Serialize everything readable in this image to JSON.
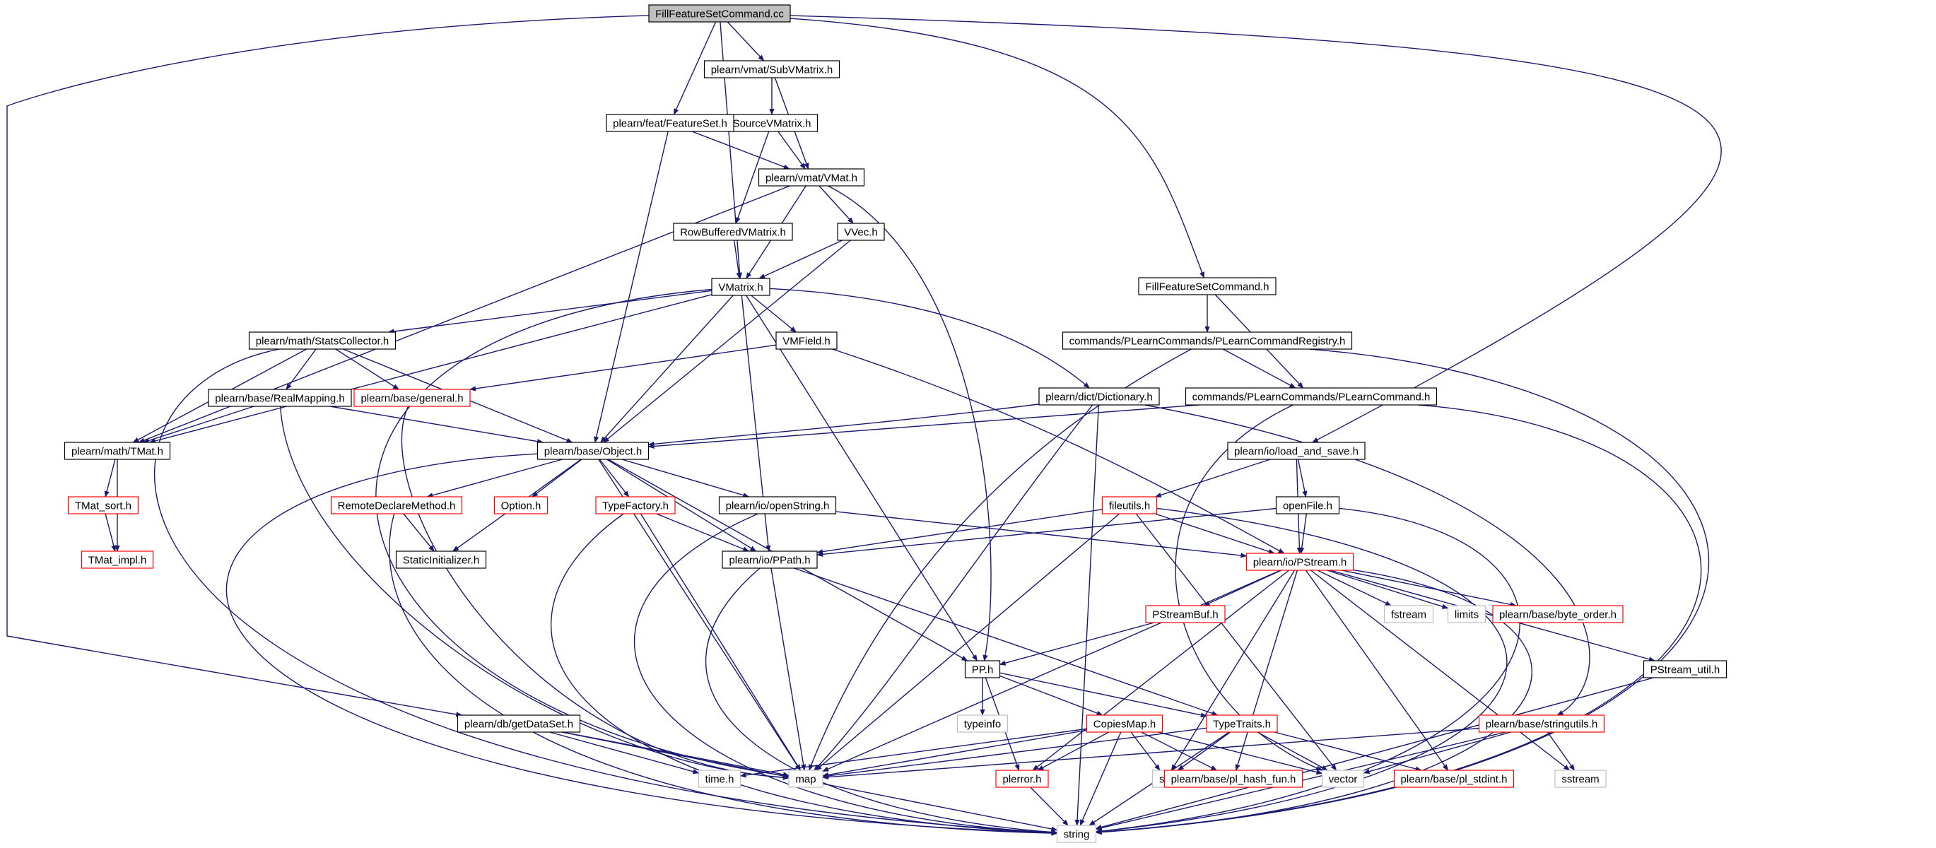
{
  "graph": {
    "title": "",
    "colors": {
      "edge": "#191970",
      "box_black": "#000000",
      "box_red": "#ff0000",
      "box_gray": "#bfbfbf",
      "root_fill": "#bfbfbf",
      "text": "#000000"
    },
    "nodes": [
      {
        "id": "root",
        "label": "FillFeatureSetCommand.cc",
        "style": "root"
      },
      {
        "id": "subvmatrix",
        "label": "plearn/vmat/SubVMatrix.h",
        "style": "black"
      },
      {
        "id": "sourcevmatrix",
        "label": "SourceVMatrix.h",
        "style": "black"
      },
      {
        "id": "featureset",
        "label": "plearn/feat/FeatureSet.h",
        "style": "black"
      },
      {
        "id": "vmat",
        "label": "plearn/vmat/VMat.h",
        "style": "black"
      },
      {
        "id": "rowbuffered",
        "label": "RowBufferedVMatrix.h",
        "style": "black"
      },
      {
        "id": "vvec",
        "label": "VVec.h",
        "style": "black"
      },
      {
        "id": "vmatrix",
        "label": "VMatrix.h",
        "style": "black"
      },
      {
        "id": "fillfsh",
        "label": "FillFeatureSetCommand.h",
        "style": "black"
      },
      {
        "id": "registry",
        "label": "commands/PLearnCommands/PLearnCommandRegistry.h",
        "style": "black"
      },
      {
        "id": "statscollector",
        "label": "plearn/math/StatsCollector.h",
        "style": "black"
      },
      {
        "id": "vmfield",
        "label": "VMField.h",
        "style": "black"
      },
      {
        "id": "realmapping",
        "label": "plearn/base/RealMapping.h",
        "style": "black"
      },
      {
        "id": "general",
        "label": "plearn/base/general.h",
        "style": "red"
      },
      {
        "id": "dictionary",
        "label": "plearn/dict/Dictionary.h",
        "style": "black"
      },
      {
        "id": "plearncommand",
        "label": "commands/PLearnCommands/PLearnCommand.h",
        "style": "black"
      },
      {
        "id": "tmat",
        "label": "plearn/math/TMat.h",
        "style": "black"
      },
      {
        "id": "object",
        "label": "plearn/base/Object.h",
        "style": "black"
      },
      {
        "id": "loadsave",
        "label": "plearn/io/load_and_save.h",
        "style": "black"
      },
      {
        "id": "tmatsort",
        "label": "TMat_sort.h",
        "style": "red"
      },
      {
        "id": "remotedeclare",
        "label": "RemoteDeclareMethod.h",
        "style": "red"
      },
      {
        "id": "option",
        "label": "Option.h",
        "style": "red"
      },
      {
        "id": "typefactory",
        "label": "TypeFactory.h",
        "style": "red"
      },
      {
        "id": "openstring",
        "label": "plearn/io/openString.h",
        "style": "black"
      },
      {
        "id": "fileutils",
        "label": "fileutils.h",
        "style": "red"
      },
      {
        "id": "openfile",
        "label": "openFile.h",
        "style": "black"
      },
      {
        "id": "tmatimpl",
        "label": "TMat_impl.h",
        "style": "red"
      },
      {
        "id": "staticinit",
        "label": "StaticInitializer.h",
        "style": "black"
      },
      {
        "id": "ppath",
        "label": "plearn/io/PPath.h",
        "style": "black"
      },
      {
        "id": "pstream",
        "label": "plearn/io/PStream.h",
        "style": "red"
      },
      {
        "id": "pstreambuf",
        "label": "PStreamBuf.h",
        "style": "red"
      },
      {
        "id": "fstream",
        "label": "fstream",
        "style": "gray"
      },
      {
        "id": "limits",
        "label": "limits",
        "style": "gray"
      },
      {
        "id": "byteorder",
        "label": "plearn/base/byte_order.h",
        "style": "red"
      },
      {
        "id": "pp",
        "label": "PP.h",
        "style": "black"
      },
      {
        "id": "pstreamutil",
        "label": "PStream_util.h",
        "style": "black"
      },
      {
        "id": "typeinfo",
        "label": "typeinfo",
        "style": "gray"
      },
      {
        "id": "getdataset",
        "label": "plearn/db/getDataSet.h",
        "style": "black"
      },
      {
        "id": "copiesmap",
        "label": "CopiesMap.h",
        "style": "red"
      },
      {
        "id": "typetraits",
        "label": "TypeTraits.h",
        "style": "red"
      },
      {
        "id": "stringutils",
        "label": "plearn/base/stringutils.h",
        "style": "red"
      },
      {
        "id": "timeh",
        "label": "time.h",
        "style": "gray"
      },
      {
        "id": "map",
        "label": "map",
        "style": "gray"
      },
      {
        "id": "plerror",
        "label": "plerror.h",
        "style": "red"
      },
      {
        "id": "set",
        "label": "set",
        "style": "gray"
      },
      {
        "id": "hashfun",
        "label": "plearn/base/pl_hash_fun.h",
        "style": "red"
      },
      {
        "id": "vector",
        "label": "vector",
        "style": "gray"
      },
      {
        "id": "stdint",
        "label": "plearn/base/pl_stdint.h",
        "style": "red"
      },
      {
        "id": "sstream",
        "label": "sstream",
        "style": "gray"
      },
      {
        "id": "string",
        "label": "string",
        "style": "gray"
      }
    ],
    "edges": [
      [
        "root",
        "subvmatrix"
      ],
      [
        "root",
        "featureset"
      ],
      [
        "root",
        "vmatrix"
      ],
      [
        "root",
        "fillfsh"
      ],
      [
        "root",
        "loadsave"
      ],
      [
        "root",
        "getdataset"
      ],
      [
        "subvmatrix",
        "sourcevmatrix"
      ],
      [
        "subvmatrix",
        "vmat"
      ],
      [
        "sourcevmatrix",
        "vmat"
      ],
      [
        "sourcevmatrix",
        "rowbuffered"
      ],
      [
        "featureset",
        "vmat"
      ],
      [
        "featureset",
        "object"
      ],
      [
        "vmat",
        "vvec"
      ],
      [
        "vmat",
        "vmatrix"
      ],
      [
        "vmat",
        "tmat"
      ],
      [
        "vmat",
        "pp"
      ],
      [
        "rowbuffered",
        "vmatrix"
      ],
      [
        "vvec",
        "vmatrix"
      ],
      [
        "vvec",
        "object"
      ],
      [
        "vmatrix",
        "statscollector"
      ],
      [
        "vmatrix",
        "vmfield"
      ],
      [
        "vmatrix",
        "dictionary"
      ],
      [
        "vmatrix",
        "object"
      ],
      [
        "vmatrix",
        "tmat"
      ],
      [
        "vmatrix",
        "ppath"
      ],
      [
        "vmatrix",
        "pp"
      ],
      [
        "vmatrix",
        "map"
      ],
      [
        "fillfsh",
        "registry"
      ],
      [
        "fillfsh",
        "plearncommand"
      ],
      [
        "registry",
        "plearncommand"
      ],
      [
        "registry",
        "map"
      ],
      [
        "registry",
        "string"
      ],
      [
        "statscollector",
        "realmapping"
      ],
      [
        "statscollector",
        "general"
      ],
      [
        "statscollector",
        "object"
      ],
      [
        "statscollector",
        "tmat"
      ],
      [
        "statscollector",
        "string"
      ],
      [
        "vmfield",
        "general"
      ],
      [
        "vmfield",
        "pstream"
      ],
      [
        "realmapping",
        "object"
      ],
      [
        "realmapping",
        "tmat"
      ],
      [
        "realmapping",
        "map"
      ],
      [
        "general",
        "map"
      ],
      [
        "dictionary",
        "object"
      ],
      [
        "dictionary",
        "stringutils"
      ],
      [
        "dictionary",
        "map"
      ],
      [
        "dictionary",
        "string"
      ],
      [
        "plearncommand",
        "object"
      ],
      [
        "plearncommand",
        "vector"
      ],
      [
        "plearncommand",
        "string"
      ],
      [
        "tmat",
        "tmatsort"
      ],
      [
        "tmat",
        "tmatimpl"
      ],
      [
        "tmatsort",
        "tmatimpl"
      ],
      [
        "object",
        "remotedeclare"
      ],
      [
        "object",
        "option"
      ],
      [
        "object",
        "typefactory"
      ],
      [
        "object",
        "openstring"
      ],
      [
        "object",
        "staticinit"
      ],
      [
        "object",
        "ppath"
      ],
      [
        "object",
        "pp"
      ],
      [
        "object",
        "map"
      ],
      [
        "object",
        "string"
      ],
      [
        "remotedeclare",
        "staticinit"
      ],
      [
        "remotedeclare",
        "string"
      ],
      [
        "typefactory",
        "ppath"
      ],
      [
        "typefactory",
        "map"
      ],
      [
        "typefactory",
        "string"
      ],
      [
        "openstring",
        "pstream"
      ],
      [
        "openstring",
        "string"
      ],
      [
        "loadsave",
        "fileutils"
      ],
      [
        "loadsave",
        "openfile"
      ],
      [
        "loadsave",
        "pstream"
      ],
      [
        "fileutils",
        "ppath"
      ],
      [
        "fileutils",
        "pstream"
      ],
      [
        "fileutils",
        "map"
      ],
      [
        "fileutils",
        "vector"
      ],
      [
        "fileutils",
        "string"
      ],
      [
        "openfile",
        "ppath"
      ],
      [
        "openfile",
        "pstream"
      ],
      [
        "openfile",
        "string"
      ],
      [
        "ppath",
        "map"
      ],
      [
        "ppath",
        "typetraits"
      ],
      [
        "ppath",
        "string"
      ],
      [
        "pstream",
        "pstreambuf"
      ],
      [
        "pstream",
        "fstream"
      ],
      [
        "pstream",
        "limits"
      ],
      [
        "pstream",
        "byteorder"
      ],
      [
        "pstream",
        "pstreamutil"
      ],
      [
        "pstream",
        "map"
      ],
      [
        "pstream",
        "plerror"
      ],
      [
        "pstream",
        "set"
      ],
      [
        "pstream",
        "hashfun"
      ],
      [
        "pstream",
        "stdint"
      ],
      [
        "pstream",
        "sstream"
      ],
      [
        "pstream",
        "string"
      ],
      [
        "pstreambuf",
        "pp"
      ],
      [
        "pp",
        "typeinfo"
      ],
      [
        "pp",
        "copiesmap"
      ],
      [
        "pp",
        "typetraits"
      ],
      [
        "pp",
        "plerror"
      ],
      [
        "pstreamutil",
        "string"
      ],
      [
        "getdataset",
        "timeh"
      ],
      [
        "getdataset",
        "map"
      ],
      [
        "getdataset",
        "string"
      ],
      [
        "copiesmap",
        "map"
      ],
      [
        "copiesmap",
        "set"
      ],
      [
        "copiesmap",
        "hashfun"
      ],
      [
        "copiesmap",
        "vector"
      ],
      [
        "copiesmap",
        "plerror"
      ],
      [
        "copiesmap",
        "string"
      ],
      [
        "copiesmap",
        "timeh"
      ],
      [
        "typetraits",
        "set"
      ],
      [
        "typetraits",
        "vector"
      ],
      [
        "typetraits",
        "stdint"
      ],
      [
        "typetraits",
        "map"
      ],
      [
        "typetraits",
        "string"
      ],
      [
        "stringutils",
        "map"
      ],
      [
        "stringutils",
        "vector"
      ],
      [
        "stringutils",
        "sstream"
      ],
      [
        "stringutils",
        "string"
      ],
      [
        "plerror",
        "string"
      ]
    ]
  }
}
